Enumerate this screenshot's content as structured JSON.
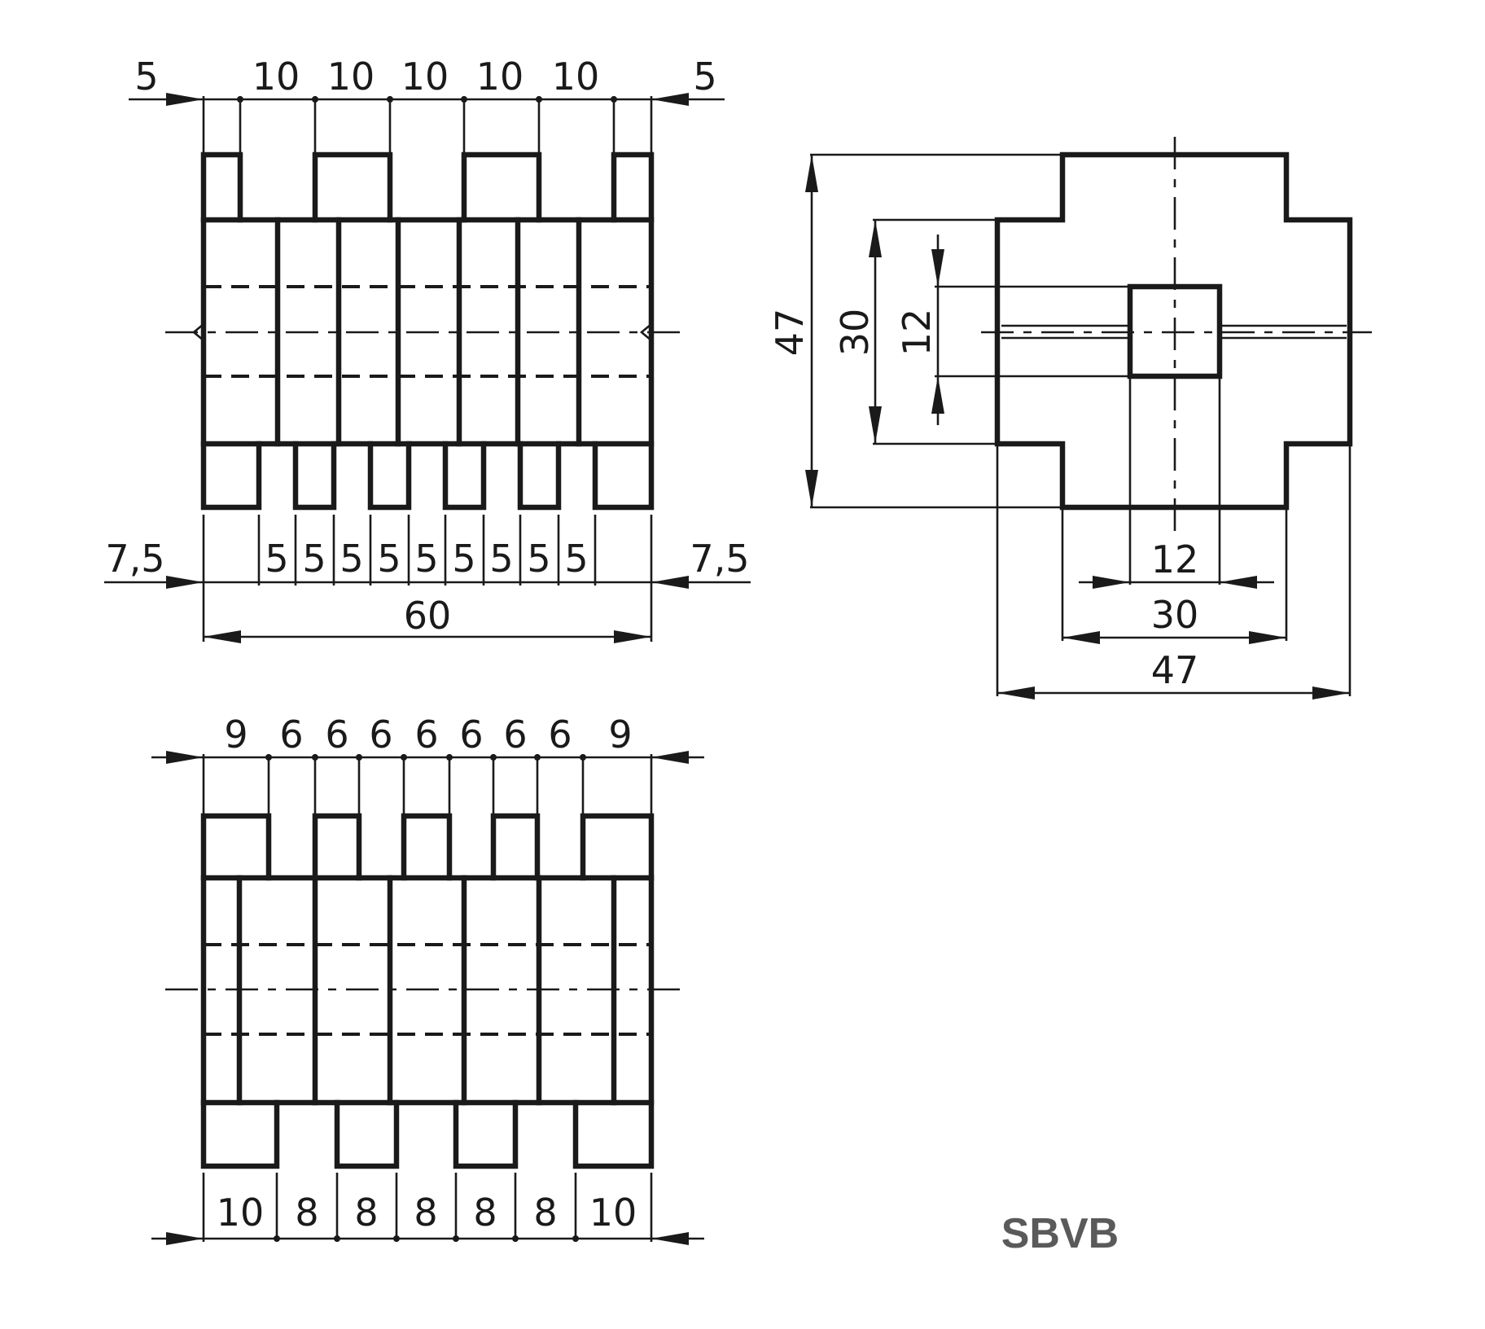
{
  "title": "SBVB",
  "front_view": {
    "top_dims": [
      "5",
      "10",
      "10",
      "10",
      "10",
      "10",
      "5"
    ],
    "bottom_dims": [
      "7,5",
      "5",
      "5",
      "5",
      "5",
      "5",
      "5",
      "5",
      "5",
      "5",
      "7,5"
    ],
    "overall_width": "60"
  },
  "side_view": {
    "vertical_dims": [
      "47",
      "30",
      "12"
    ],
    "horizontal_dims": [
      "12",
      "30",
      "47"
    ]
  },
  "lower_view": {
    "top_dims": [
      "9",
      "6",
      "6",
      "6",
      "6",
      "6",
      "6",
      "6",
      "9"
    ],
    "bottom_dims": [
      "10",
      "8",
      "8",
      "8",
      "8",
      "8",
      "10"
    ]
  }
}
